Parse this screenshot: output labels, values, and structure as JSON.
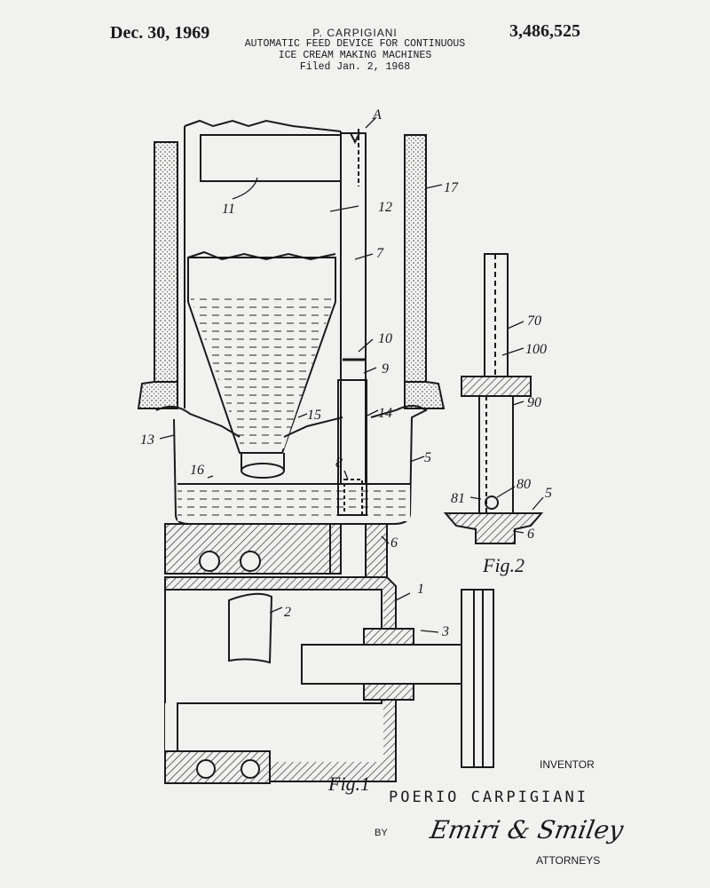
{
  "header": {
    "date": "Dec. 30, 1969",
    "patent_number": "3,486,525",
    "inventor": "P. CARPIGIANI",
    "title_line1": "AUTOMATIC FEED DEVICE FOR CONTINUOUS",
    "title_line2": "ICE CREAM MAKING MACHINES",
    "filed": "Filed Jan. 2, 1968"
  },
  "figures": {
    "fig1_caption": "Fig.1",
    "fig2_caption": "Fig.2"
  },
  "reference_labels": {
    "A": "A",
    "n1": "1",
    "n2": "2",
    "n3": "3",
    "n5": "5",
    "n6": "6",
    "n7": "7",
    "n8": "8",
    "n9": "9",
    "n10": "10",
    "n11": "11",
    "n12": "12",
    "n13": "13",
    "n14": "14",
    "n15": "15",
    "n16": "16",
    "n17": "17",
    "n70": "70",
    "n100": "100",
    "n90": "90",
    "n81": "81",
    "n80": "80",
    "f2_5": "5",
    "f2_6": "6"
  },
  "footer": {
    "inventor_label": "INVENTOR",
    "inventor_written": "POERIO CARPIGIANI",
    "by_label": "BY",
    "signature": "Emiri & Smiley",
    "attorneys_label": "ATTORNEYS"
  },
  "colors": {
    "paper": "#f1f1f0",
    "ink": "#1a1a1a"
  }
}
